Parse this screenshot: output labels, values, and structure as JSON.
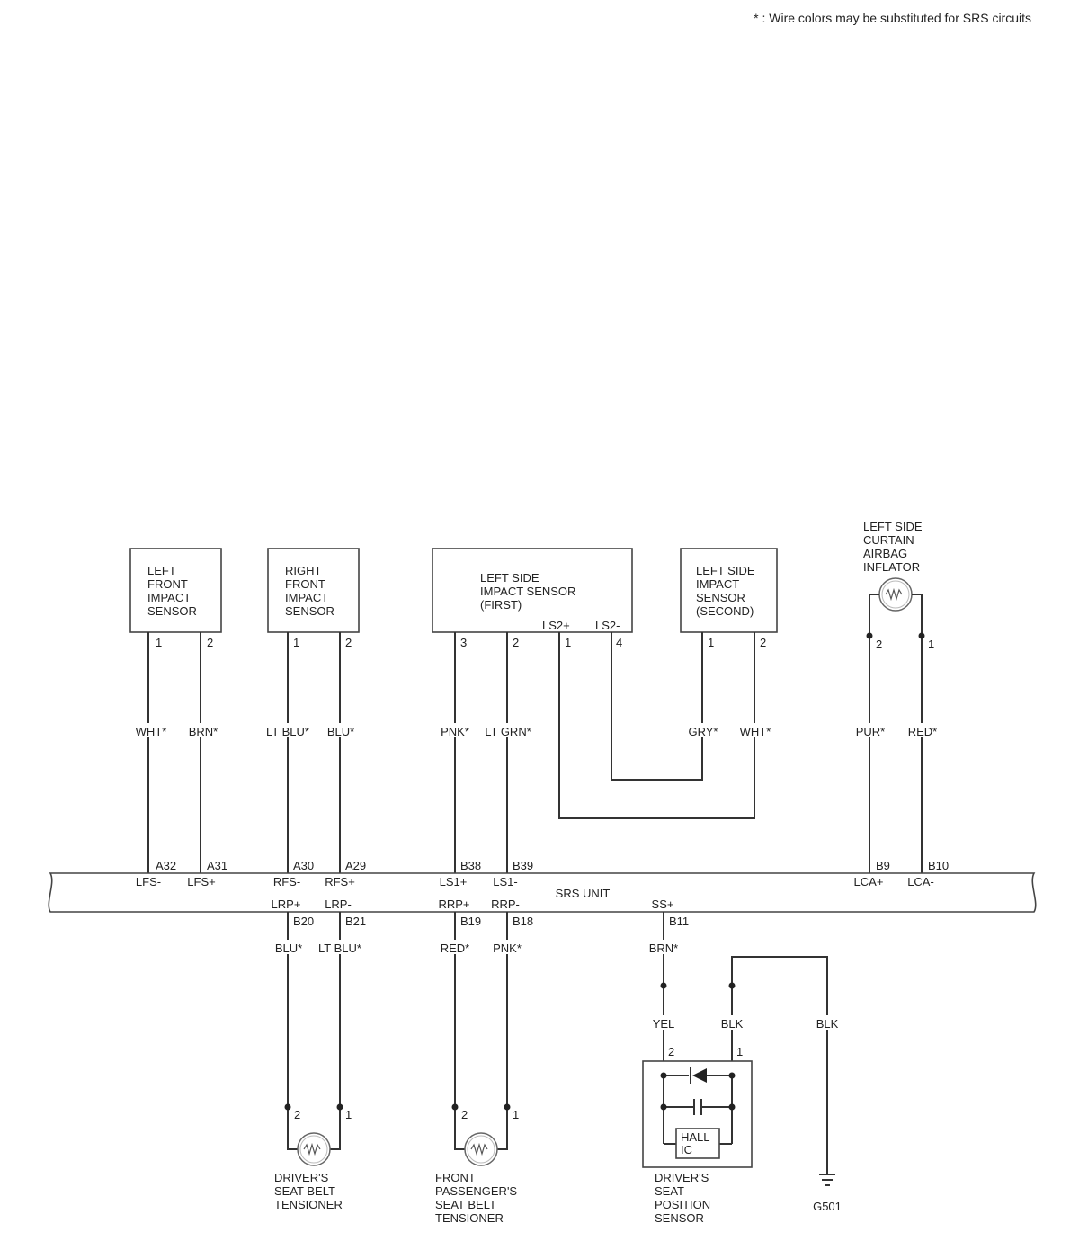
{
  "note": "* : Wire colors may be substituted for SRS circuits",
  "srs_unit": {
    "label": "SRS UNIT",
    "top_terminals": [
      {
        "pin": "A32",
        "signal": "LFS-"
      },
      {
        "pin": "A31",
        "signal": "LFS+"
      },
      {
        "pin": "A30",
        "signal": "RFS-"
      },
      {
        "pin": "A29",
        "signal": "RFS+"
      },
      {
        "pin": "B38",
        "signal": "LS1+"
      },
      {
        "pin": "B39",
        "signal": "LS1-"
      },
      {
        "pin": "B9",
        "signal": "LCA+"
      },
      {
        "pin": "B10",
        "signal": "LCA-"
      }
    ],
    "bottom_terminals": [
      {
        "pin": "B20",
        "signal": "LRP+"
      },
      {
        "pin": "B21",
        "signal": "LRP-"
      },
      {
        "pin": "B19",
        "signal": "RRP+"
      },
      {
        "pin": "B18",
        "signal": "RRP-"
      },
      {
        "pin": "B11",
        "signal": "SS+"
      }
    ]
  },
  "components": {
    "left_front_impact_sensor": {
      "lines": [
        "LEFT",
        "FRONT",
        "IMPACT",
        "SENSOR"
      ],
      "pins": [
        "1",
        "2"
      ]
    },
    "right_front_impact_sensor": {
      "lines": [
        "RIGHT",
        "FRONT",
        "IMPACT",
        "SENSOR"
      ],
      "pins": [
        "1",
        "2"
      ]
    },
    "left_side_impact_sensor_first": {
      "lines": [
        "LEFT SIDE",
        "IMPACT SENSOR",
        "(FIRST)"
      ],
      "pins": [
        "3",
        "2",
        "1",
        "4"
      ],
      "outputs": [
        "LS2+",
        "LS2-"
      ]
    },
    "left_side_impact_sensor_second": {
      "lines": [
        "LEFT SIDE",
        "IMPACT",
        "SENSOR",
        "(SECOND)"
      ],
      "pins": [
        "1",
        "2"
      ]
    },
    "left_side_curtain_airbag_inflator": {
      "lines": [
        "LEFT SIDE",
        "CURTAIN",
        "AIRBAG",
        "INFLATOR"
      ],
      "pins": [
        "2",
        "1"
      ]
    },
    "drivers_seat_belt_tensioner": {
      "lines": [
        "DRIVER'S",
        "SEAT BELT",
        "TENSIONER"
      ],
      "pins": [
        "2",
        "1"
      ]
    },
    "front_passengers_seat_belt_tensioner": {
      "lines": [
        "FRONT",
        "PASSENGER'S",
        "SEAT BELT",
        "TENSIONER"
      ],
      "pins": [
        "2",
        "1"
      ]
    },
    "drivers_seat_position_sensor": {
      "lines": [
        "DRIVER'S",
        "SEAT",
        "POSITION",
        "SENSOR"
      ],
      "pins": [
        "2",
        "1"
      ],
      "hall_ic": [
        "HALL",
        "IC"
      ]
    },
    "ground": {
      "label": "G501"
    }
  },
  "wire_colors": {
    "lfs_minus": "WHT*",
    "lfs_plus": "BRN*",
    "rfs_minus": "LT BLU*",
    "rfs_plus": "BLU*",
    "ls1_plus": "PNK*",
    "ls1_minus": "LT GRN*",
    "ls2_plus": "GRY*",
    "ls2_minus": "WHT*",
    "lca_plus": "PUR*",
    "lca_minus": "RED*",
    "lrp_plus": "BLU*",
    "lrp_minus": "LT BLU*",
    "rrp_plus": "RED*",
    "rrp_minus": "PNK*",
    "ss_plus": "BRN*",
    "ss_sensor": "YEL",
    "sensor_ground": "BLK",
    "ground": "BLK"
  }
}
